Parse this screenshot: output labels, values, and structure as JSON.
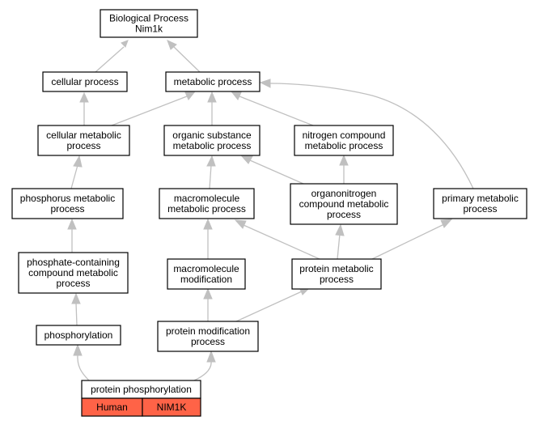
{
  "graph": {
    "nodes": {
      "root": [
        "Biological Process",
        "Nim1k"
      ],
      "cellular_process": [
        "cellular process"
      ],
      "metabolic_process": [
        "metabolic process"
      ],
      "cellular_metabolic_process": [
        "cellular metabolic",
        "process"
      ],
      "organic_substance_metabolic_process": [
        "organic substance",
        "metabolic process"
      ],
      "nitrogen_compound_metabolic_process": [
        "nitrogen compound",
        "metabolic process"
      ],
      "phosphorus_metabolic_process": [
        "phosphorus metabolic",
        "process"
      ],
      "macromolecule_metabolic_process": [
        "macromolecule",
        "metabolic process"
      ],
      "organonitrogen_compound_metabolic_process": [
        "organonitrogen",
        "compound metabolic",
        "process"
      ],
      "primary_metabolic_process": [
        "primary metabolic",
        "process"
      ],
      "phosphate_containing_compound_metabolic_process": [
        "phosphate-containing",
        "compound metabolic",
        "process"
      ],
      "macromolecule_modification": [
        "macromolecule",
        "modification"
      ],
      "protein_metabolic_process": [
        "protein metabolic",
        "process"
      ],
      "phosphorylation": [
        "phosphorylation"
      ],
      "protein_modification_process": [
        "protein modification",
        "process"
      ],
      "protein_phosphorylation": [
        "protein phosphorylation"
      ]
    },
    "tags": {
      "species": "Human",
      "gene": "NIM1K",
      "color": "#ff6347"
    },
    "colors": {
      "edge": "#c0c0c0",
      "border": "#000000"
    }
  }
}
